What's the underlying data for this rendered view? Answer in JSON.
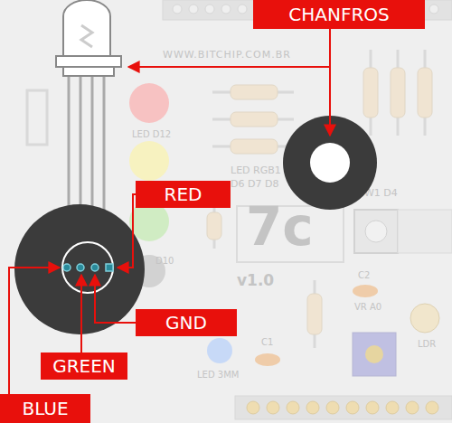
{
  "diagram": {
    "nodes": [
      {
        "text": [
          "CHANFROS"
        ]
      },
      {
        "text": [
          "RED"
        ]
      },
      {
        "text": [
          "GND"
        ]
      },
      {
        "text": [
          "GREEN"
        ]
      },
      {
        "text": [
          "BLUE"
        ]
      }
    ],
    "labels": [
      "WWW.BITCHIP.COM.BR",
      "LED D12",
      "LED RGB1",
      "D6 D7 D8",
      "SW1 D4",
      "7c",
      "D10",
      "v1.0",
      "C2",
      "VR A0",
      "LDR",
      "C1",
      "LED 3MM"
    ]
  }
}
